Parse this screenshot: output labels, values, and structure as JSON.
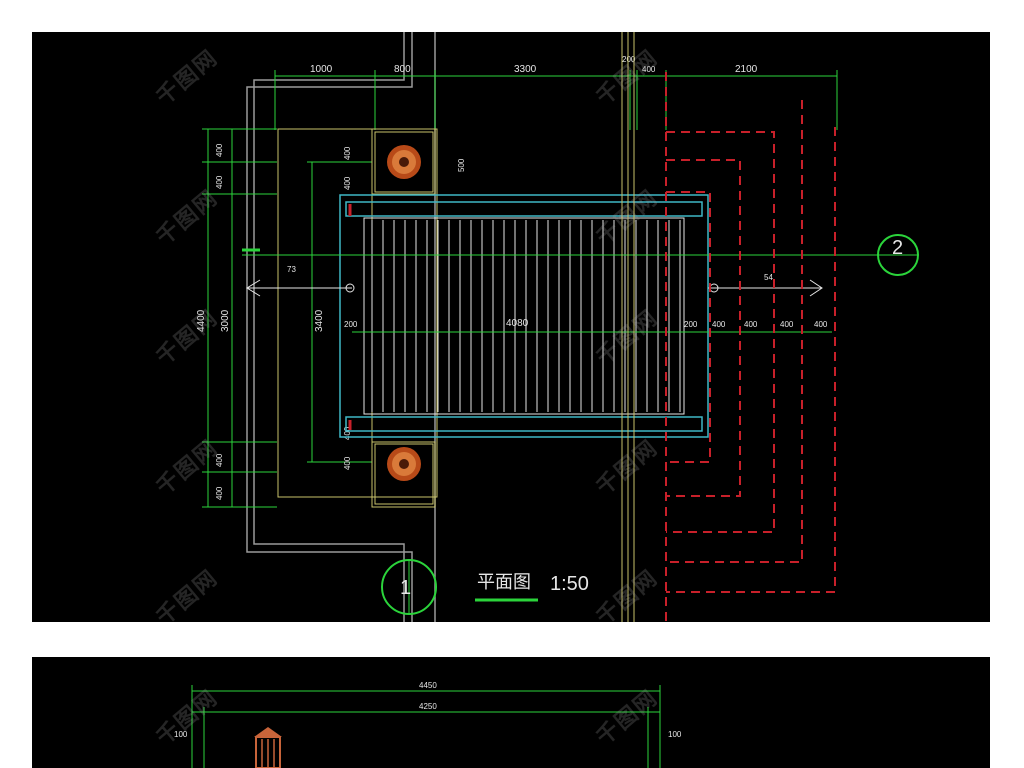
{
  "drawing": {
    "title": "平面图",
    "scale": "1:50",
    "axis_1": "1",
    "axis_2": "2"
  },
  "dims_top": [
    "1000",
    "800",
    "3300",
    "200",
    "400",
    "2100"
  ],
  "dims_left": [
    "400",
    "400",
    "4400",
    "3000",
    "400",
    "400"
  ],
  "dims_inner_left": [
    "400",
    "400",
    "3400",
    "400",
    "400"
  ],
  "dims_mid": {
    "d500": "500",
    "d73": "73",
    "d54": "54",
    "d200a": "200",
    "d4080": "4080",
    "d200b": "200",
    "d400a": "400",
    "d400b": "400",
    "d400c": "400",
    "d400d": "400",
    "d200": "200",
    "d400": "400"
  },
  "elevation": {
    "dim_total": "4450",
    "dim_inner": "4250",
    "dim_left": "100",
    "dim_right": "100"
  },
  "watermark": "千图网",
  "colors": {
    "background": "#000000",
    "green": "#2bd43b",
    "cyan": "#3fb7c6",
    "red_dash": "#c8202a",
    "yellow": "#c9c26a",
    "white": "#e6e6e6",
    "orange": "#c8642a"
  }
}
